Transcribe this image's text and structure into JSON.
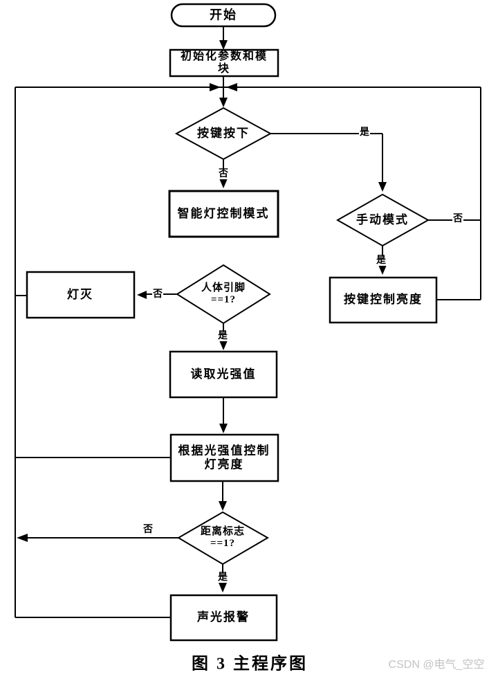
{
  "figure": {
    "caption": "图 3  主程序图",
    "watermark": "CSDN @电气_空空"
  },
  "flowchart": {
    "nodes": {
      "start": {
        "type": "terminator",
        "label": "开始"
      },
      "init": {
        "type": "process",
        "label": "初始化参数和模\n块"
      },
      "key_pressed": {
        "type": "decision",
        "label": "按键按下"
      },
      "smart_mode": {
        "type": "process",
        "label": "智能灯控制模式"
      },
      "body_pin": {
        "type": "decision",
        "label": "人体引脚\n==1?"
      },
      "light_off": {
        "type": "process",
        "label": "灯灭"
      },
      "read_light": {
        "type": "process",
        "label": "读取光强值"
      },
      "control_brightness": {
        "type": "process",
        "label": "根据光强值控制\n灯亮度"
      },
      "distance_flag": {
        "type": "decision",
        "label": "距离标志\n==1?"
      },
      "alarm": {
        "type": "process",
        "label": "声光报警"
      },
      "manual_mode": {
        "type": "decision",
        "label": "手动模式"
      },
      "key_brightness": {
        "type": "process",
        "label": "按键控制亮度"
      }
    },
    "edge_labels": {
      "key_pressed_no": "否",
      "key_pressed_yes": "是",
      "body_pin_no": "否",
      "body_pin_yes": "是",
      "manual_no": "否",
      "manual_yes": "是",
      "distance_no": "否",
      "distance_yes": "是"
    },
    "colors": {
      "line": "#000000",
      "background": "#ffffff",
      "text": "#000000",
      "watermark": "#c3c3c3"
    }
  }
}
